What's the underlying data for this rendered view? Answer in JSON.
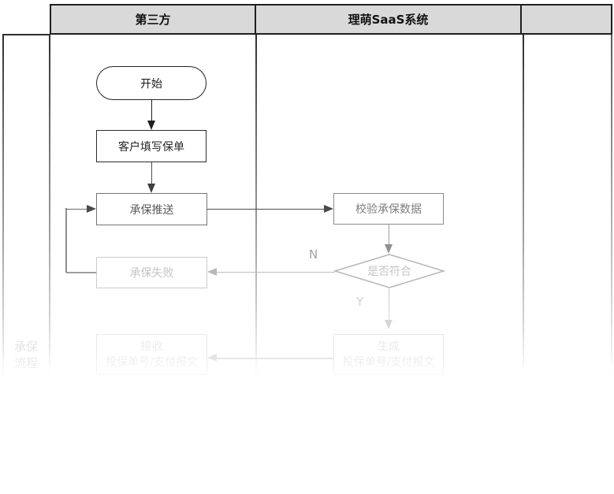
{
  "swimlane": {
    "header": {
      "bg": "#d9d9d9",
      "border_color": "#1f1f1f",
      "lanes": [
        {
          "label": "第三方"
        },
        {
          "label": "理萌SaaS系统"
        },
        {
          "label": ""
        }
      ]
    },
    "row_header": {
      "label": "承保\n流程"
    }
  },
  "nodes": {
    "start": {
      "shape": "terminator",
      "label": "开始"
    },
    "fill": {
      "shape": "process",
      "label": "客户填写保单"
    },
    "push": {
      "shape": "process",
      "label": "承保推送"
    },
    "fail": {
      "shape": "process",
      "label": "承保失败"
    },
    "validate": {
      "shape": "process",
      "label": "校验承保数据"
    },
    "decision": {
      "shape": "decision",
      "label": "是否符合"
    },
    "receive": {
      "shape": "process",
      "line1": "接收",
      "line2": "投保单号/支付报文"
    },
    "generate": {
      "shape": "process",
      "line1": "生成",
      "line2": "投保单号/支付报文"
    }
  },
  "edge_labels": {
    "no": "N",
    "yes": "Y"
  },
  "colors": {
    "dark_stroke": "#1f1f1f",
    "mid_stroke": "#4a4a4a",
    "gray_stroke": "#8f8f8f",
    "light_stroke": "#bdbdbd",
    "faint_stroke": "#e2e2e2"
  }
}
